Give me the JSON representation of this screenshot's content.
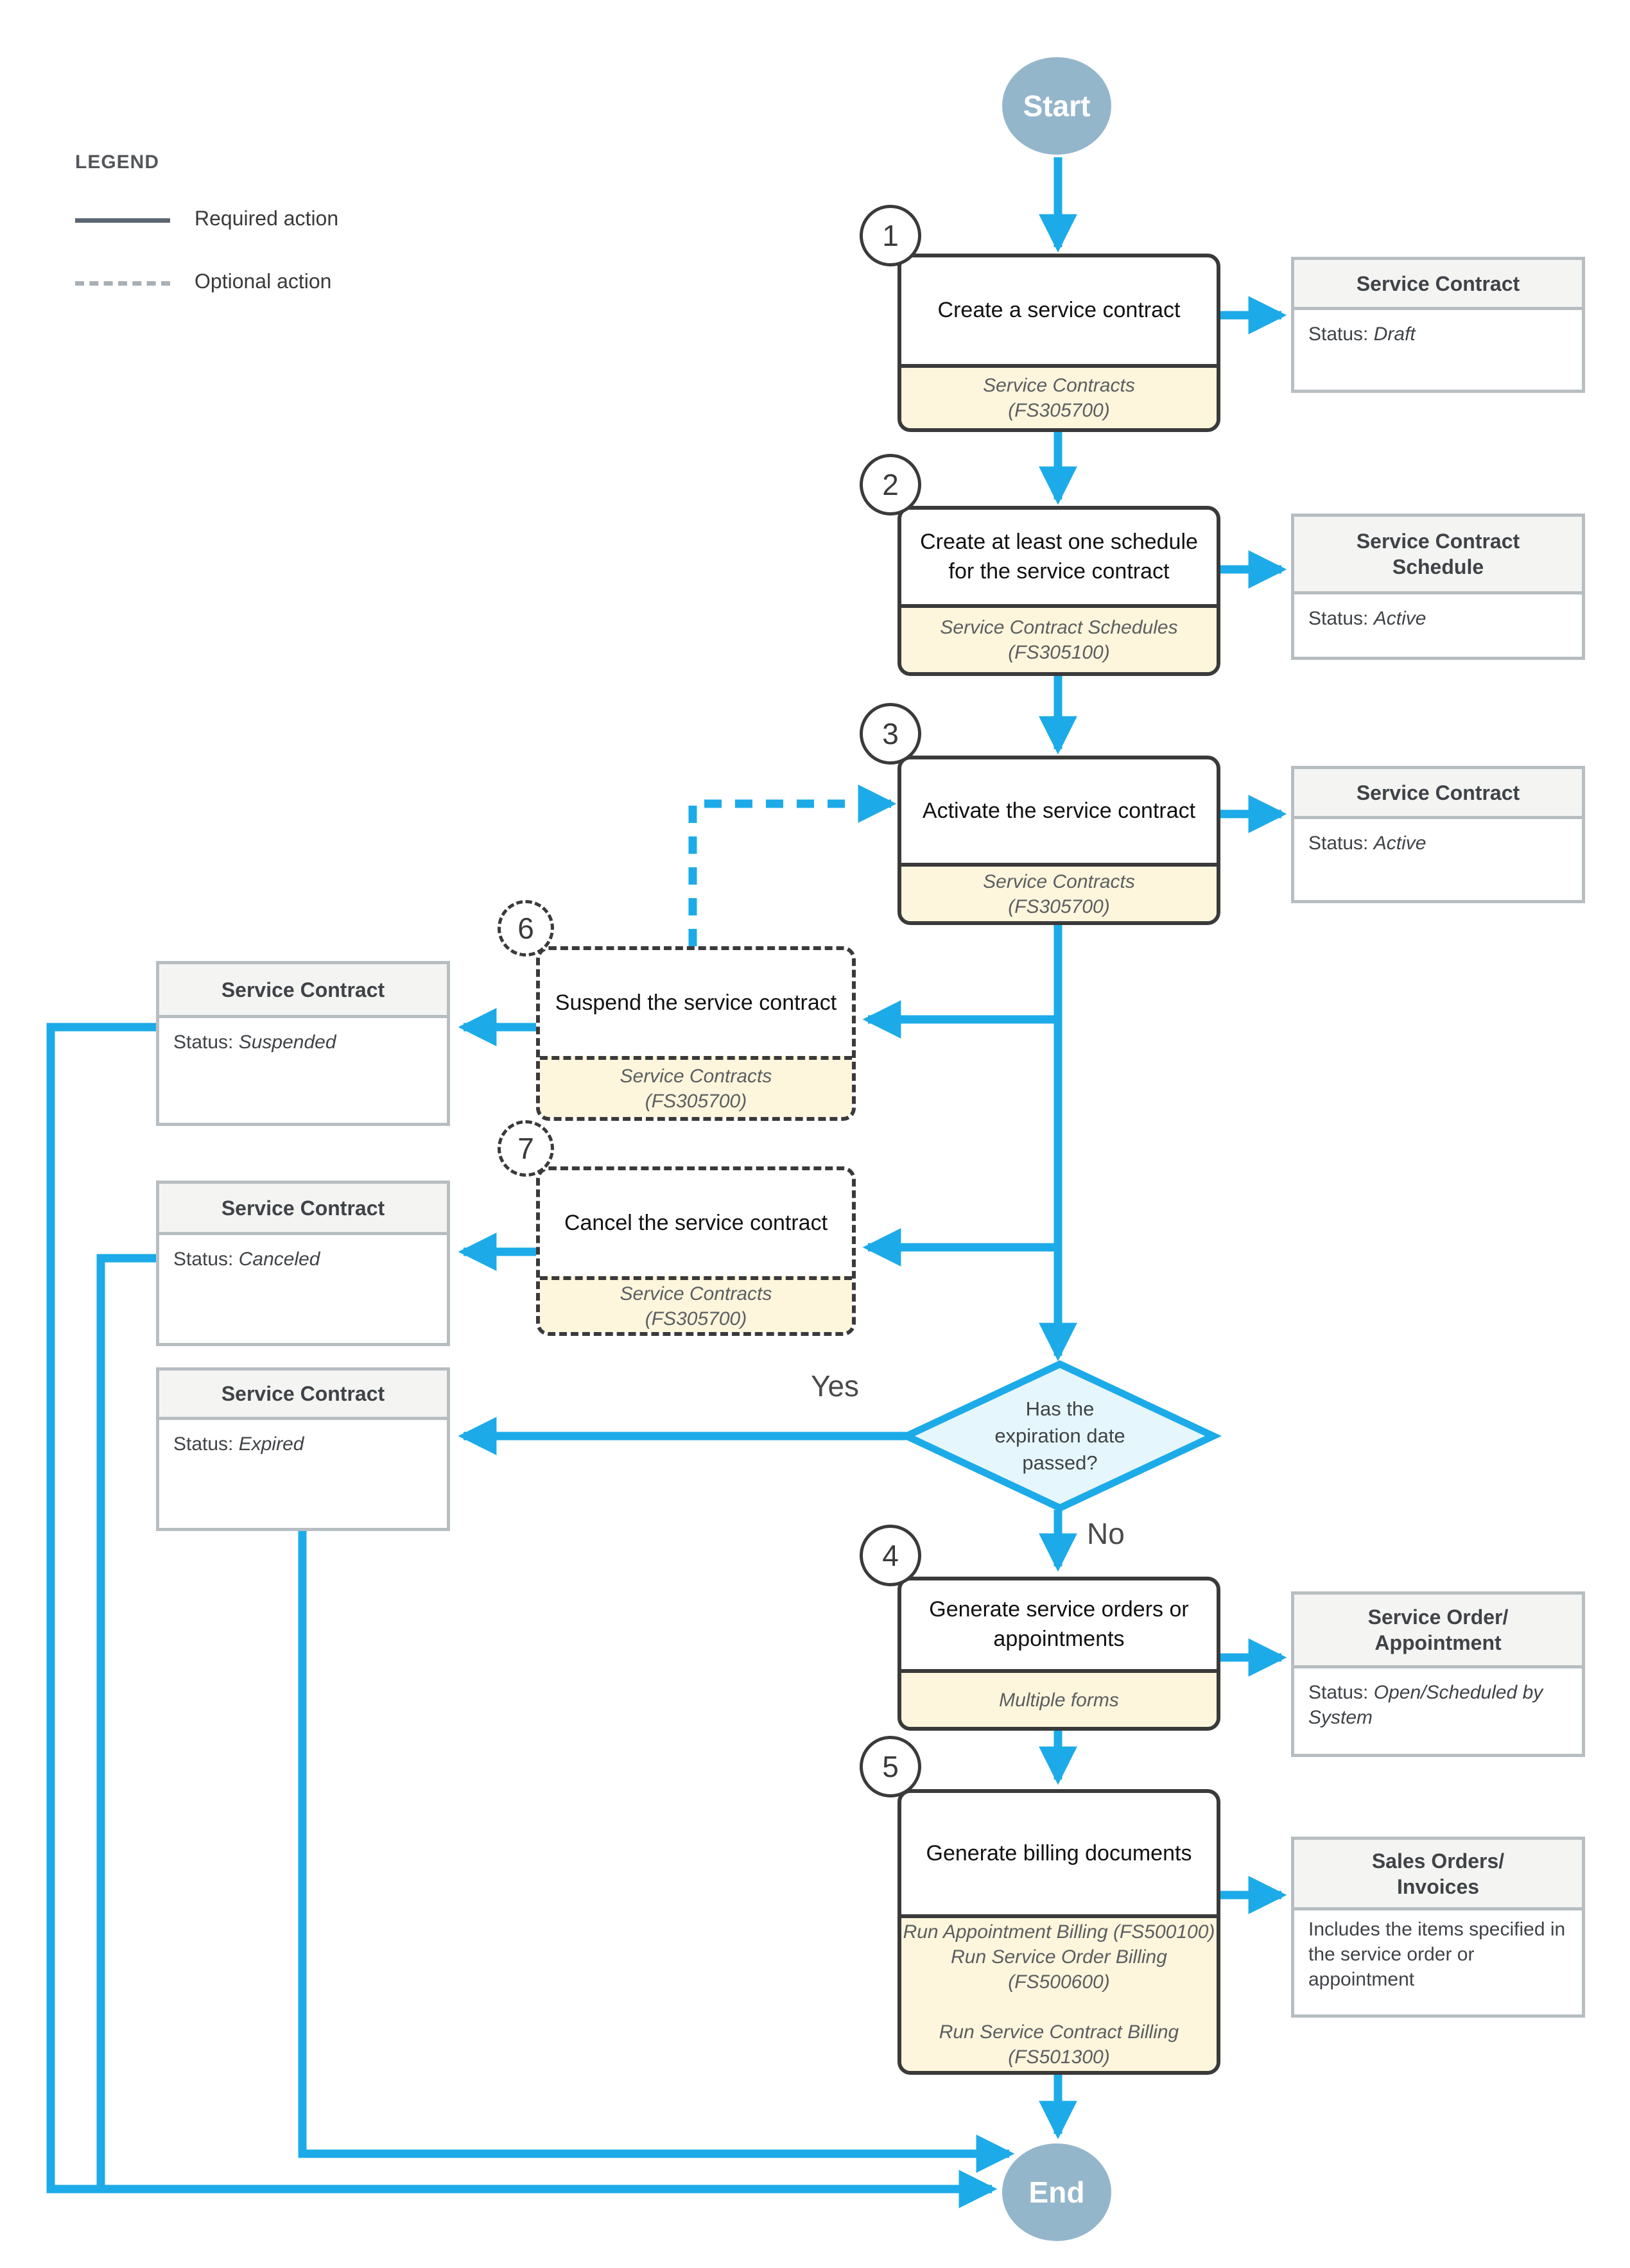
{
  "legend": {
    "title": "LEGEND",
    "required_label": "Required action",
    "optional_label": "Optional action"
  },
  "terminals": {
    "start": "Start",
    "end": "End"
  },
  "decision": {
    "question": "Has the\nexpiration date\npassed?",
    "yes_label": "Yes",
    "no_label": "No"
  },
  "steps": {
    "s1": {
      "num": "1",
      "label": "Create a service contract",
      "form": "Service Contracts\n(FS305700)"
    },
    "s2": {
      "num": "2",
      "label": "Create at least one schedule for the service contract",
      "form": "Service Contract Schedules\n(FS305100)"
    },
    "s3": {
      "num": "3",
      "label": "Activate the service contract",
      "form": "Service Contracts\n(FS305700)"
    },
    "s4": {
      "num": "4",
      "label": "Generate service orders or appointments",
      "form": "Multiple forms"
    },
    "s5": {
      "num": "5",
      "label": "Generate billing documents",
      "form": "Run Appointment Billing (FS500100)\nRun Service Order Billing (FS500600)\n\nRun Service Contract Billing\n(FS501300)"
    },
    "s6": {
      "num": "6",
      "label": "Suspend the service contract",
      "form": "Service Contracts\n(FS305700)"
    },
    "s7": {
      "num": "7",
      "label": "Cancel the service contract",
      "form": "Service Contracts\n(FS305700)"
    }
  },
  "artifacts": {
    "draft": {
      "title": "Service Contract",
      "status_label": "Status:",
      "status_value": "Draft"
    },
    "schedule": {
      "title": "Service Contract\nSchedule",
      "status_label": "Status:",
      "status_value": "Active"
    },
    "active": {
      "title": "Service Contract",
      "status_label": "Status:",
      "status_value": "Active"
    },
    "suspended": {
      "title": "Service Contract",
      "status_label": "Status:",
      "status_value": "Suspended"
    },
    "canceled": {
      "title": "Service Contract",
      "status_label": "Status:",
      "status_value": "Canceled"
    },
    "expired": {
      "title": "Service Contract",
      "status_label": "Status:",
      "status_value": "Expired"
    },
    "service_order": {
      "title": "Service Order/\nAppointment",
      "status_label": "Status:",
      "status_value": "Open/Scheduled by System"
    },
    "sales_orders": {
      "title": "Sales Orders/\nInvoices",
      "body": "Includes the items specified in the service order or appointment"
    }
  },
  "colors": {
    "accent_blue": "#1cabe8",
    "diamond_fill": "#e6f6fd",
    "terminal_fill": "#94b6cb",
    "footer_cream": "#fdf5dc"
  }
}
